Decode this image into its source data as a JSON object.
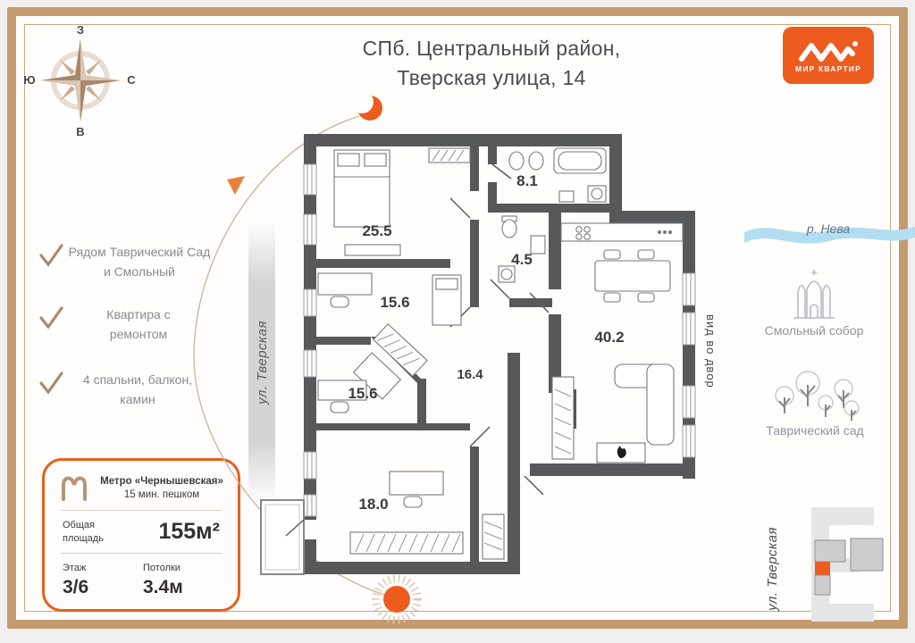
{
  "title": {
    "line1": "СПб. Центральный район,",
    "line2": "Тверская улица, 14"
  },
  "logo": {
    "name": "МИР КВАРТИР",
    "mark": "mk-zigzag-icon"
  },
  "compass": {
    "top": "З",
    "right": "С",
    "left": "Ю",
    "bottom": "В"
  },
  "features": [
    {
      "text": "Рядом Таврический Сад и Смольный"
    },
    {
      "text": "Квартира с ремонтом"
    },
    {
      "text": "4 спальни, балкон, камин"
    }
  ],
  "stats_card": {
    "metro_name": "Метро «Чернышевская»",
    "metro_walk": "15 мин. пешком",
    "area_label": "Общая площадь",
    "area_value": "155м²",
    "floor_label": "Этаж",
    "floor_value": "3/6",
    "ceiling_label": "Потолки",
    "ceiling_value": "3.4м"
  },
  "floor_plan": {
    "street_label": "ул. Тверская",
    "courtyard_label": "вид во двор",
    "rooms": [
      {
        "id": "bedroom-1",
        "area": "25.5"
      },
      {
        "id": "bathroom-1",
        "area": "8.1"
      },
      {
        "id": "bathroom-2",
        "area": "4.5"
      },
      {
        "id": "bedroom-2",
        "area": "15.6"
      },
      {
        "id": "hallway",
        "area": "16.4"
      },
      {
        "id": "bedroom-3",
        "area": "15.6"
      },
      {
        "id": "kitchen-living",
        "area": "40.2"
      },
      {
        "id": "bedroom-4",
        "area": "18.0"
      }
    ]
  },
  "landmarks": {
    "river": "р. Нева",
    "cathedral": "Смольный собор",
    "garden": "Таврический сад",
    "street": "ул. Тверская"
  },
  "colors": {
    "accent_orange": "#ee5b1e",
    "wall_gray": "#57585a",
    "frame_tan": "#c49b6f",
    "check_tan": "#a98a6d",
    "river_blue": "#b3ddf1"
  }
}
